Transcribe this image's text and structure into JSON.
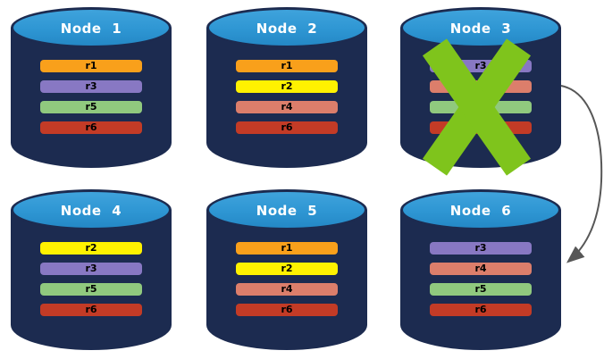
{
  "colors": {
    "background": "#ffffff",
    "cylinder_body": "#1C2B50",
    "cylinder_top": "#2E96D3",
    "title_text": "#ffffff",
    "row_label_text": "#000000",
    "failure_x": "#7FC41C",
    "arrow": "#575757"
  },
  "nodes": [
    {
      "id": "node-1",
      "title": "Node 1",
      "failed": false,
      "rows": [
        {
          "label": "r1",
          "color": "#F9A01B"
        },
        {
          "label": "r3",
          "color": "#8878C3"
        },
        {
          "label": "r5",
          "color": "#90C97E"
        },
        {
          "label": "r6",
          "color": "#C33B26"
        }
      ]
    },
    {
      "id": "node-2",
      "title": "Node 2",
      "failed": false,
      "rows": [
        {
          "label": "r1",
          "color": "#F9A01B"
        },
        {
          "label": "r2",
          "color": "#FFF200"
        },
        {
          "label": "r4",
          "color": "#DC7E6B"
        },
        {
          "label": "r6",
          "color": "#C33B26"
        }
      ]
    },
    {
      "id": "node-3",
      "title": "Node 3",
      "failed": true,
      "rows": [
        {
          "label": "r3",
          "color": "#8878C3"
        },
        {
          "label": "",
          "color": "#DC7E6B"
        },
        {
          "label": "",
          "color": "#90C97E"
        },
        {
          "label": "",
          "color": "#C33B26"
        }
      ]
    },
    {
      "id": "node-4",
      "title": "Node 4",
      "failed": false,
      "rows": [
        {
          "label": "r2",
          "color": "#FFF200"
        },
        {
          "label": "r3",
          "color": "#8878C3"
        },
        {
          "label": "r5",
          "color": "#90C97E"
        },
        {
          "label": "r6",
          "color": "#C33B26"
        }
      ]
    },
    {
      "id": "node-5",
      "title": "Node 5",
      "failed": false,
      "rows": [
        {
          "label": "r1",
          "color": "#F9A01B"
        },
        {
          "label": "r2",
          "color": "#FFF200"
        },
        {
          "label": "r4",
          "color": "#DC7E6B"
        },
        {
          "label": "r6",
          "color": "#C33B26"
        }
      ]
    },
    {
      "id": "node-6",
      "title": "Node 6",
      "failed": false,
      "rows": [
        {
          "label": "r3",
          "color": "#8878C3"
        },
        {
          "label": "r4",
          "color": "#DC7E6B"
        },
        {
          "label": "r5",
          "color": "#90C97E"
        },
        {
          "label": "r6",
          "color": "#C33B26"
        }
      ]
    }
  ],
  "arrow": {
    "from": "node-3",
    "to": "node-6"
  }
}
